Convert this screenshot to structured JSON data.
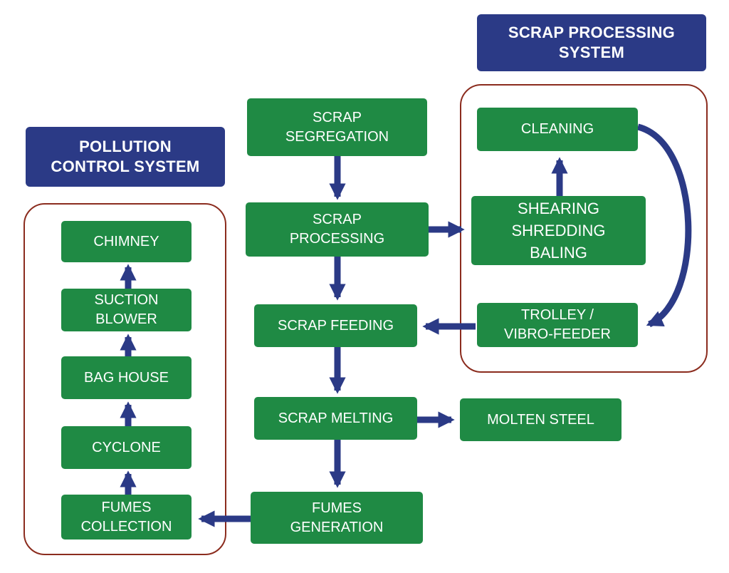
{
  "colors": {
    "node_fill": "#1f8a44",
    "title_fill": "#2b3a86",
    "arrow": "#2b3a86",
    "group_border": "#8b2c1e",
    "text": "#ffffff"
  },
  "titles": {
    "scrap_processing_system": "SCRAP PROCESSING\nSYSTEM",
    "pollution_control_system": "POLLUTION\nCONTROL SYSTEM"
  },
  "nodes": {
    "scrap_segregation": "SCRAP\nSEGREGATION",
    "scrap_processing": "SCRAP\nPROCESSING",
    "scrap_feeding": "SCRAP FEEDING",
    "scrap_melting": "SCRAP MELTING",
    "molten_steel": "MOLTEN STEEL",
    "fumes_generation": "FUMES\nGENERATION",
    "cleaning": "CLEANING",
    "shearing_shredding_baling": "SHEARING\nSHREDDING\nBALING",
    "trolley_vibro_feeder": "TROLLEY /\nVIBRO-FEEDER",
    "chimney": "CHIMNEY",
    "suction_blower": "SUCTION\nBLOWER",
    "bag_house": "BAG HOUSE",
    "cyclone": "CYCLONE",
    "fumes_collection": "FUMES\nCOLLECTION"
  },
  "edges": [
    {
      "from": "scrap_segregation",
      "to": "scrap_processing"
    },
    {
      "from": "scrap_processing",
      "to": "shearing_shredding_baling"
    },
    {
      "from": "shearing_shredding_baling",
      "to": "cleaning"
    },
    {
      "from": "cleaning",
      "to": "trolley_vibro_feeder"
    },
    {
      "from": "trolley_vibro_feeder",
      "to": "scrap_feeding"
    },
    {
      "from": "scrap_processing",
      "to": "scrap_feeding"
    },
    {
      "from": "scrap_feeding",
      "to": "scrap_melting"
    },
    {
      "from": "scrap_melting",
      "to": "molten_steel"
    },
    {
      "from": "scrap_melting",
      "to": "fumes_generation"
    },
    {
      "from": "fumes_generation",
      "to": "fumes_collection"
    },
    {
      "from": "fumes_collection",
      "to": "cyclone"
    },
    {
      "from": "cyclone",
      "to": "bag_house"
    },
    {
      "from": "bag_house",
      "to": "suction_blower"
    },
    {
      "from": "suction_blower",
      "to": "chimney"
    }
  ]
}
